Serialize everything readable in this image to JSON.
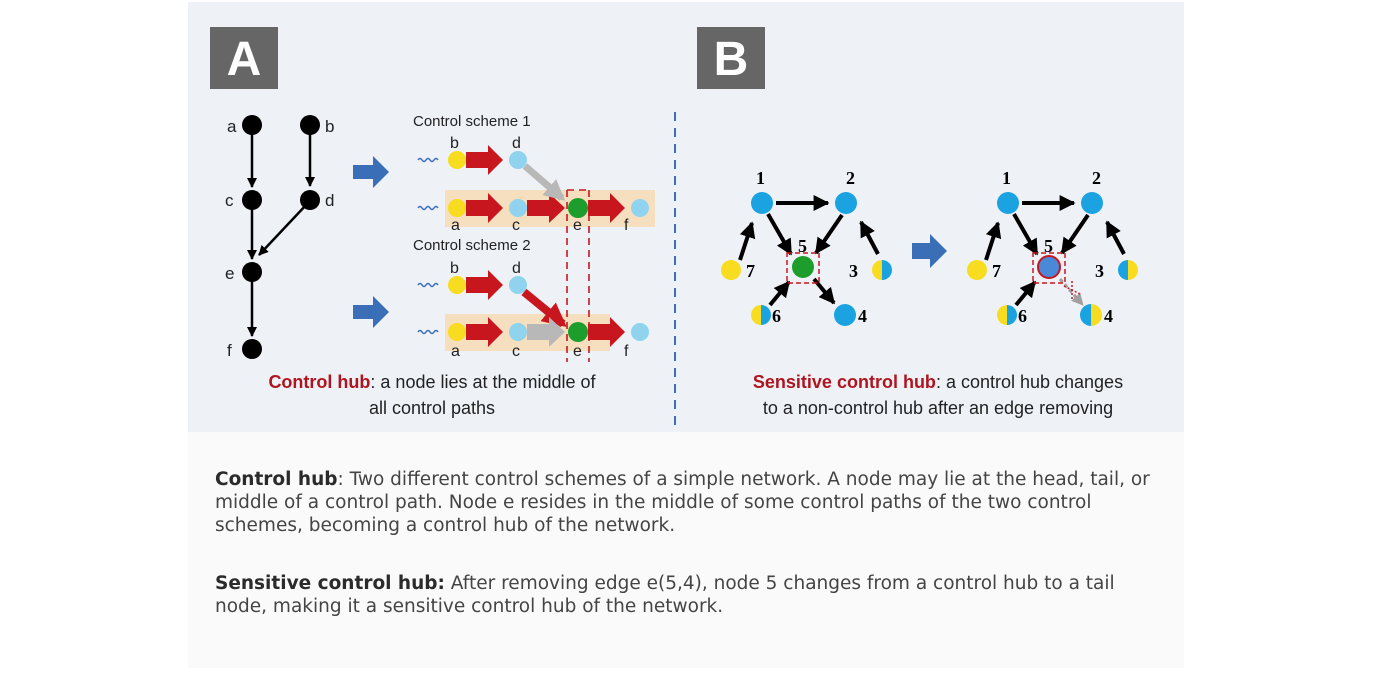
{
  "panels": {
    "a_label": "A",
    "b_label": "B"
  },
  "panel_a": {
    "scheme1_title": "Control scheme 1",
    "scheme2_title": "Control scheme 2",
    "node_labels": [
      "a",
      "b",
      "c",
      "d",
      "e",
      "f"
    ],
    "caption_term": "Control hub",
    "caption_line1_rest": ": a node lies at the middle of",
    "caption_line2": "all control paths"
  },
  "panel_b": {
    "node_labels": [
      "1",
      "2",
      "3",
      "4",
      "5",
      "6",
      "7"
    ],
    "caption_term": "Sensitive control hub",
    "caption_line1_rest": ": a control hub changes",
    "caption_line2": "to a non-control hub after an edge removing"
  },
  "caption": {
    "p1_term": "Control hub",
    "p1_text": ": Two different control schemes of a simple network. A node may lie at the head, tail, or middle of a control path. Node e resides in the middle of some control paths of the two control schemes, becoming a control hub of the network.",
    "p2_term": "Sensitive control hub:",
    "p2_text": " After removing edge e(5,4), node 5 changes from a control hub to a tail node, making it a sensitive control hub of the network."
  },
  "colors": {
    "hub_red": "#b0141e",
    "arrow_red": "#c8161e",
    "node_blue": "#1aa3e0",
    "node_light_blue": "#8fd3ee",
    "node_yellow": "#f7dc1f",
    "node_green": "#1d9e2c",
    "big_arrow_blue": "#3a6fb8",
    "label_bg": "#666666"
  }
}
